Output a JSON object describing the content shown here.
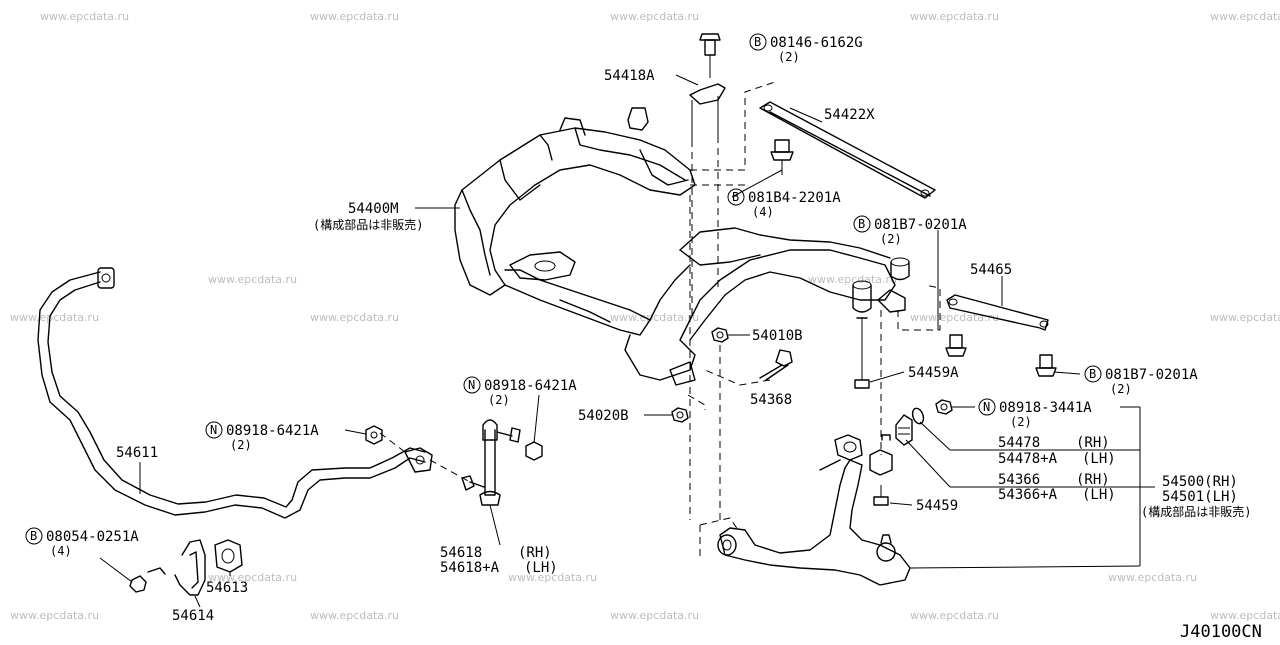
{
  "diagram_code": "J40100CN",
  "watermark_text": "www.epcdata.ru",
  "colors": {
    "ink": "#000000",
    "watermark": "#bdbdbd",
    "background": "#ffffff"
  },
  "labels": {
    "b_08146": "08146-6162G",
    "b_08146_qty": "(2)",
    "p_54418a": "54418A",
    "p_54422x": "54422X",
    "b_081b4": "081B4-2201A",
    "b_081b4_qty": "(4)",
    "p_54400m": "54400M",
    "p_54400m_note": "(構成部品は非販売)",
    "b_081b7_top": "081B7-0201A",
    "b_081b7_top_qty": "(2)",
    "p_54465": "54465",
    "p_54010b": "54010B",
    "p_54459a": "54459A",
    "b_081b7_right": "081B7-0201A",
    "b_081b7_right_qty": "(2)",
    "p_54368": "54368",
    "n_08918_center": "08918-6421A",
    "n_08918_center_qty": "(2)",
    "p_54020b": "54020B",
    "n_08918_3441": "08918-3441A",
    "n_08918_3441_qty": "(2)",
    "p_54478": "54478",
    "p_54478_rh": "(RH)",
    "p_54478a": "54478+A",
    "p_54478a_lh": "(LH)",
    "p_54611": "54611",
    "n_08918_left": "08918-6421A",
    "n_08918_left_qty": "(2)",
    "p_54366": "54366",
    "p_54366_rh": "(RH)",
    "p_54366a": "54366+A",
    "p_54366a_lh": "(LH)",
    "p_54500": "54500(RH)",
    "p_54501": "54501(LH)",
    "p_54501_note": "(構成部品は非販売)",
    "p_54459": "54459",
    "b_08054": "08054-0251A",
    "b_08054_qty": "(4)",
    "p_54618": "54618",
    "p_54618_rh": "(RH)",
    "p_54618a": "54618+A",
    "p_54618a_lh": "(LH)",
    "p_54613": "54613",
    "p_54614": "54614"
  },
  "prefix_marks": {
    "bolt": "B",
    "nut": "N"
  }
}
